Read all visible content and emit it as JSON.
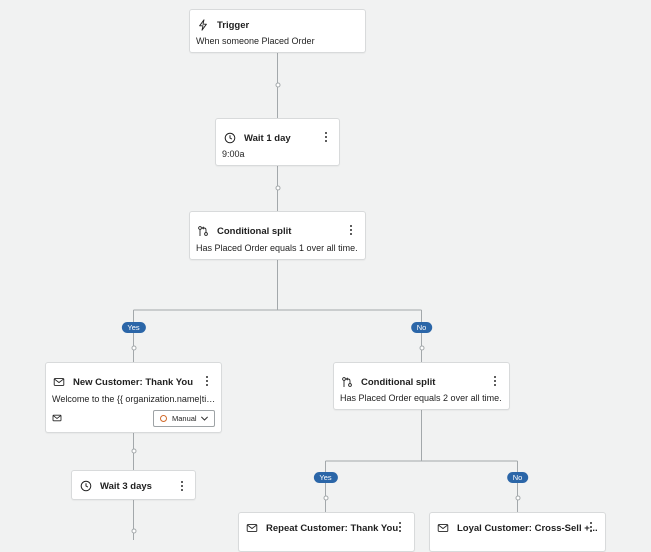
{
  "nodes": {
    "trigger": {
      "title": "Trigger",
      "subtitle": "When someone Placed Order"
    },
    "wait1": {
      "title": "Wait 1 day",
      "subtitle": "9:00a"
    },
    "split1": {
      "title": "Conditional split",
      "subtitle": "Has Placed Order equals 1 over all time."
    },
    "email_new": {
      "title": "New Customer: Thank You",
      "subtitle": "Welcome to the {{ organization.name|title...",
      "mode": "Manual"
    },
    "split2": {
      "title": "Conditional split",
      "subtitle": "Has Placed Order equals 2 over all time."
    },
    "wait3": {
      "title": "Wait 3 days"
    },
    "email_repeat": {
      "title": "Repeat Customer: Thank You"
    },
    "email_loyal": {
      "title": "Loyal Customer: Cross-Sell +..."
    }
  },
  "branches": {
    "yes": "Yes",
    "no": "No"
  },
  "icons": {
    "trigger": "lightning-icon",
    "wait": "clock-icon",
    "split": "split-icon",
    "email": "envelope-icon",
    "more": "more-vertical-icon",
    "mode_status": "status-dot-icon",
    "dropdown": "chevron-down-icon"
  },
  "colors": {
    "background": "#f1f2f2",
    "card": "#ffffff",
    "connector": "#a3a8ab",
    "branch_pill": "#2b66a8",
    "manual_status": "#d06a2b"
  }
}
